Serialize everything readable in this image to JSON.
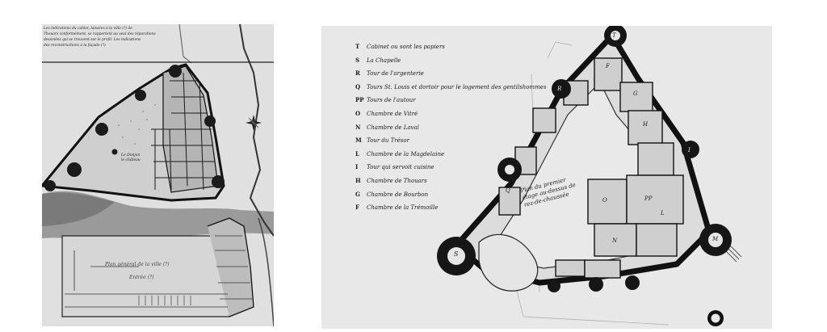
{
  "left_plan": {
    "note_lines": [
      "Les indications du cahier, laissées à la ville (?) de",
      "Thouars conformément, se rapportent au seul des réparations",
      "dessinées qui se trouvent sur le profil. Les indications",
      "des reconstructions à la façade (?)"
    ],
    "courtyard_label": [
      "Le Donjon",
      "le château"
    ],
    "lower_label": [
      "Plan général de la ville (?)",
      "Entrée (?)"
    ],
    "icons": {
      "compass": "compass-rose-icon"
    }
  },
  "right_plan": {
    "legend": [
      {
        "letter": "T",
        "text": "Cabinet ou sont les papiers"
      },
      {
        "letter": "S",
        "text": "La Chapelle"
      },
      {
        "letter": "R",
        "text": "Tour de l'argenterie"
      },
      {
        "letter": "Q",
        "text": "Tours St. Louis et dortoir pour le logement des gentilshommes"
      },
      {
        "letter": "PP",
        "text": "Tours de l'autour"
      },
      {
        "letter": "O",
        "text": "Chambre de Vitré"
      },
      {
        "letter": "N",
        "text": "Chambre de Laval"
      },
      {
        "letter": "M",
        "text": "Tour du Trésor"
      },
      {
        "letter": "L",
        "text": "Chambre de la Magdelaine"
      },
      {
        "letter": "I",
        "text": "Tour qui servoit cuisine"
      },
      {
        "letter": "H",
        "text": "Chambre de Thouars"
      },
      {
        "letter": "G",
        "text": "Chambre de Bourbon"
      },
      {
        "letter": "F",
        "text": "Chambre de la Trémoille"
      }
    ],
    "plan_title": [
      "Plan du premier",
      "étage au-dessus de",
      "rez-de-chaussée"
    ],
    "room_letters": [
      "F",
      "G",
      "H",
      "I",
      "L",
      "M",
      "N",
      "O",
      "PP",
      "Q",
      "R",
      "S",
      "T"
    ],
    "icons": {
      "scale": "scale-circle-icon"
    }
  }
}
